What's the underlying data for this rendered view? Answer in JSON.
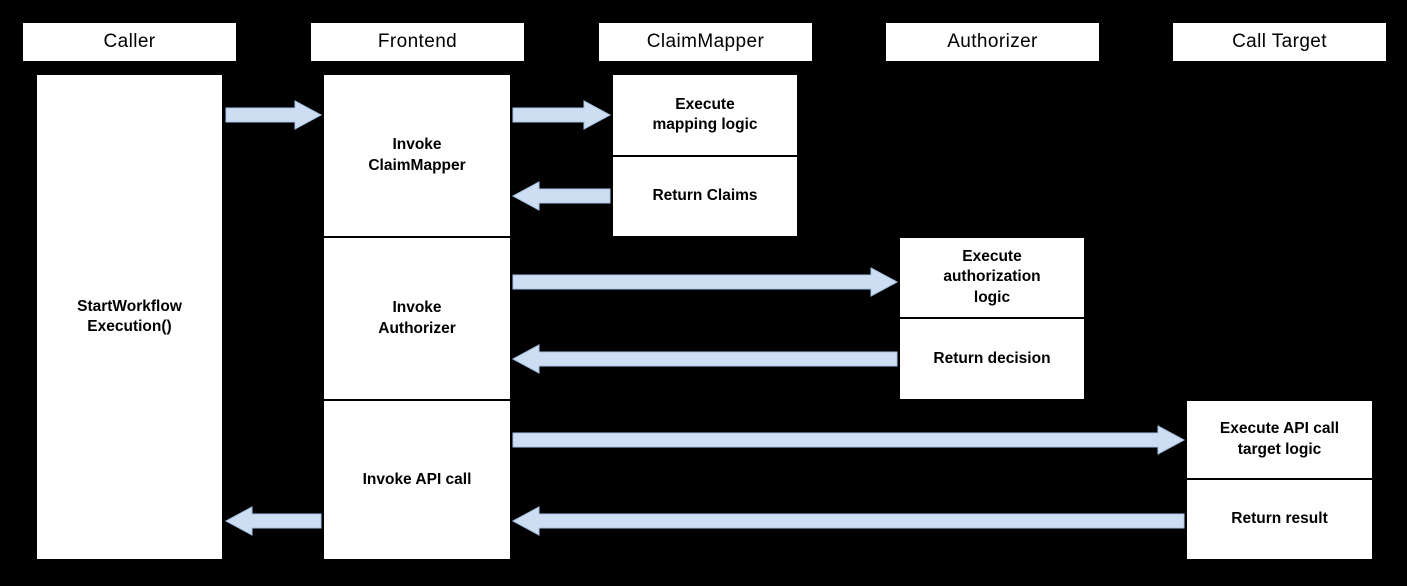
{
  "colors": {
    "background": "#000000",
    "box_fill": "#ffffff",
    "box_border": "#000000",
    "arrow_fill": "#cdddf2",
    "arrow_stroke": "#a9c5e6",
    "text": "#000000"
  },
  "lanes": [
    {
      "id": "caller",
      "header": "Caller",
      "boxes": [
        {
          "label": "StartWorkflow\nExecution()"
        }
      ]
    },
    {
      "id": "frontend",
      "header": "Frontend",
      "boxes": [
        {
          "label": "Invoke\nClaimMapper"
        },
        {
          "label": "Invoke\nAuthorizer"
        },
        {
          "label": "Invoke API call"
        }
      ]
    },
    {
      "id": "claimmapper",
      "header": "ClaimMapper",
      "boxes": [
        {
          "label": "Execute\nmapping logic"
        },
        {
          "label": "Return Claims"
        }
      ]
    },
    {
      "id": "authorizer",
      "header": "Authorizer",
      "boxes": [
        {
          "label": "Execute\nauthorization\nlogic"
        },
        {
          "label": "Return decision"
        }
      ]
    },
    {
      "id": "calltarget",
      "header": "Call Target",
      "boxes": [
        {
          "label": "Execute API call\ntarget logic"
        },
        {
          "label": "Return result"
        }
      ]
    }
  ],
  "arrows": [
    {
      "name": "caller-to-frontend",
      "from": "Caller",
      "to": "Frontend"
    },
    {
      "name": "frontend-to-claimmapper",
      "from": "Frontend",
      "to": "ClaimMapper"
    },
    {
      "name": "claimmapper-to-frontend",
      "from": "ClaimMapper",
      "to": "Frontend"
    },
    {
      "name": "frontend-to-authorizer",
      "from": "Frontend",
      "to": "Authorizer"
    },
    {
      "name": "authorizer-to-frontend",
      "from": "Authorizer",
      "to": "Frontend"
    },
    {
      "name": "frontend-to-calltarget",
      "from": "Frontend",
      "to": "Call Target"
    },
    {
      "name": "calltarget-to-frontend",
      "from": "Call Target",
      "to": "Frontend"
    },
    {
      "name": "frontend-to-caller",
      "from": "Frontend",
      "to": "Caller"
    }
  ]
}
